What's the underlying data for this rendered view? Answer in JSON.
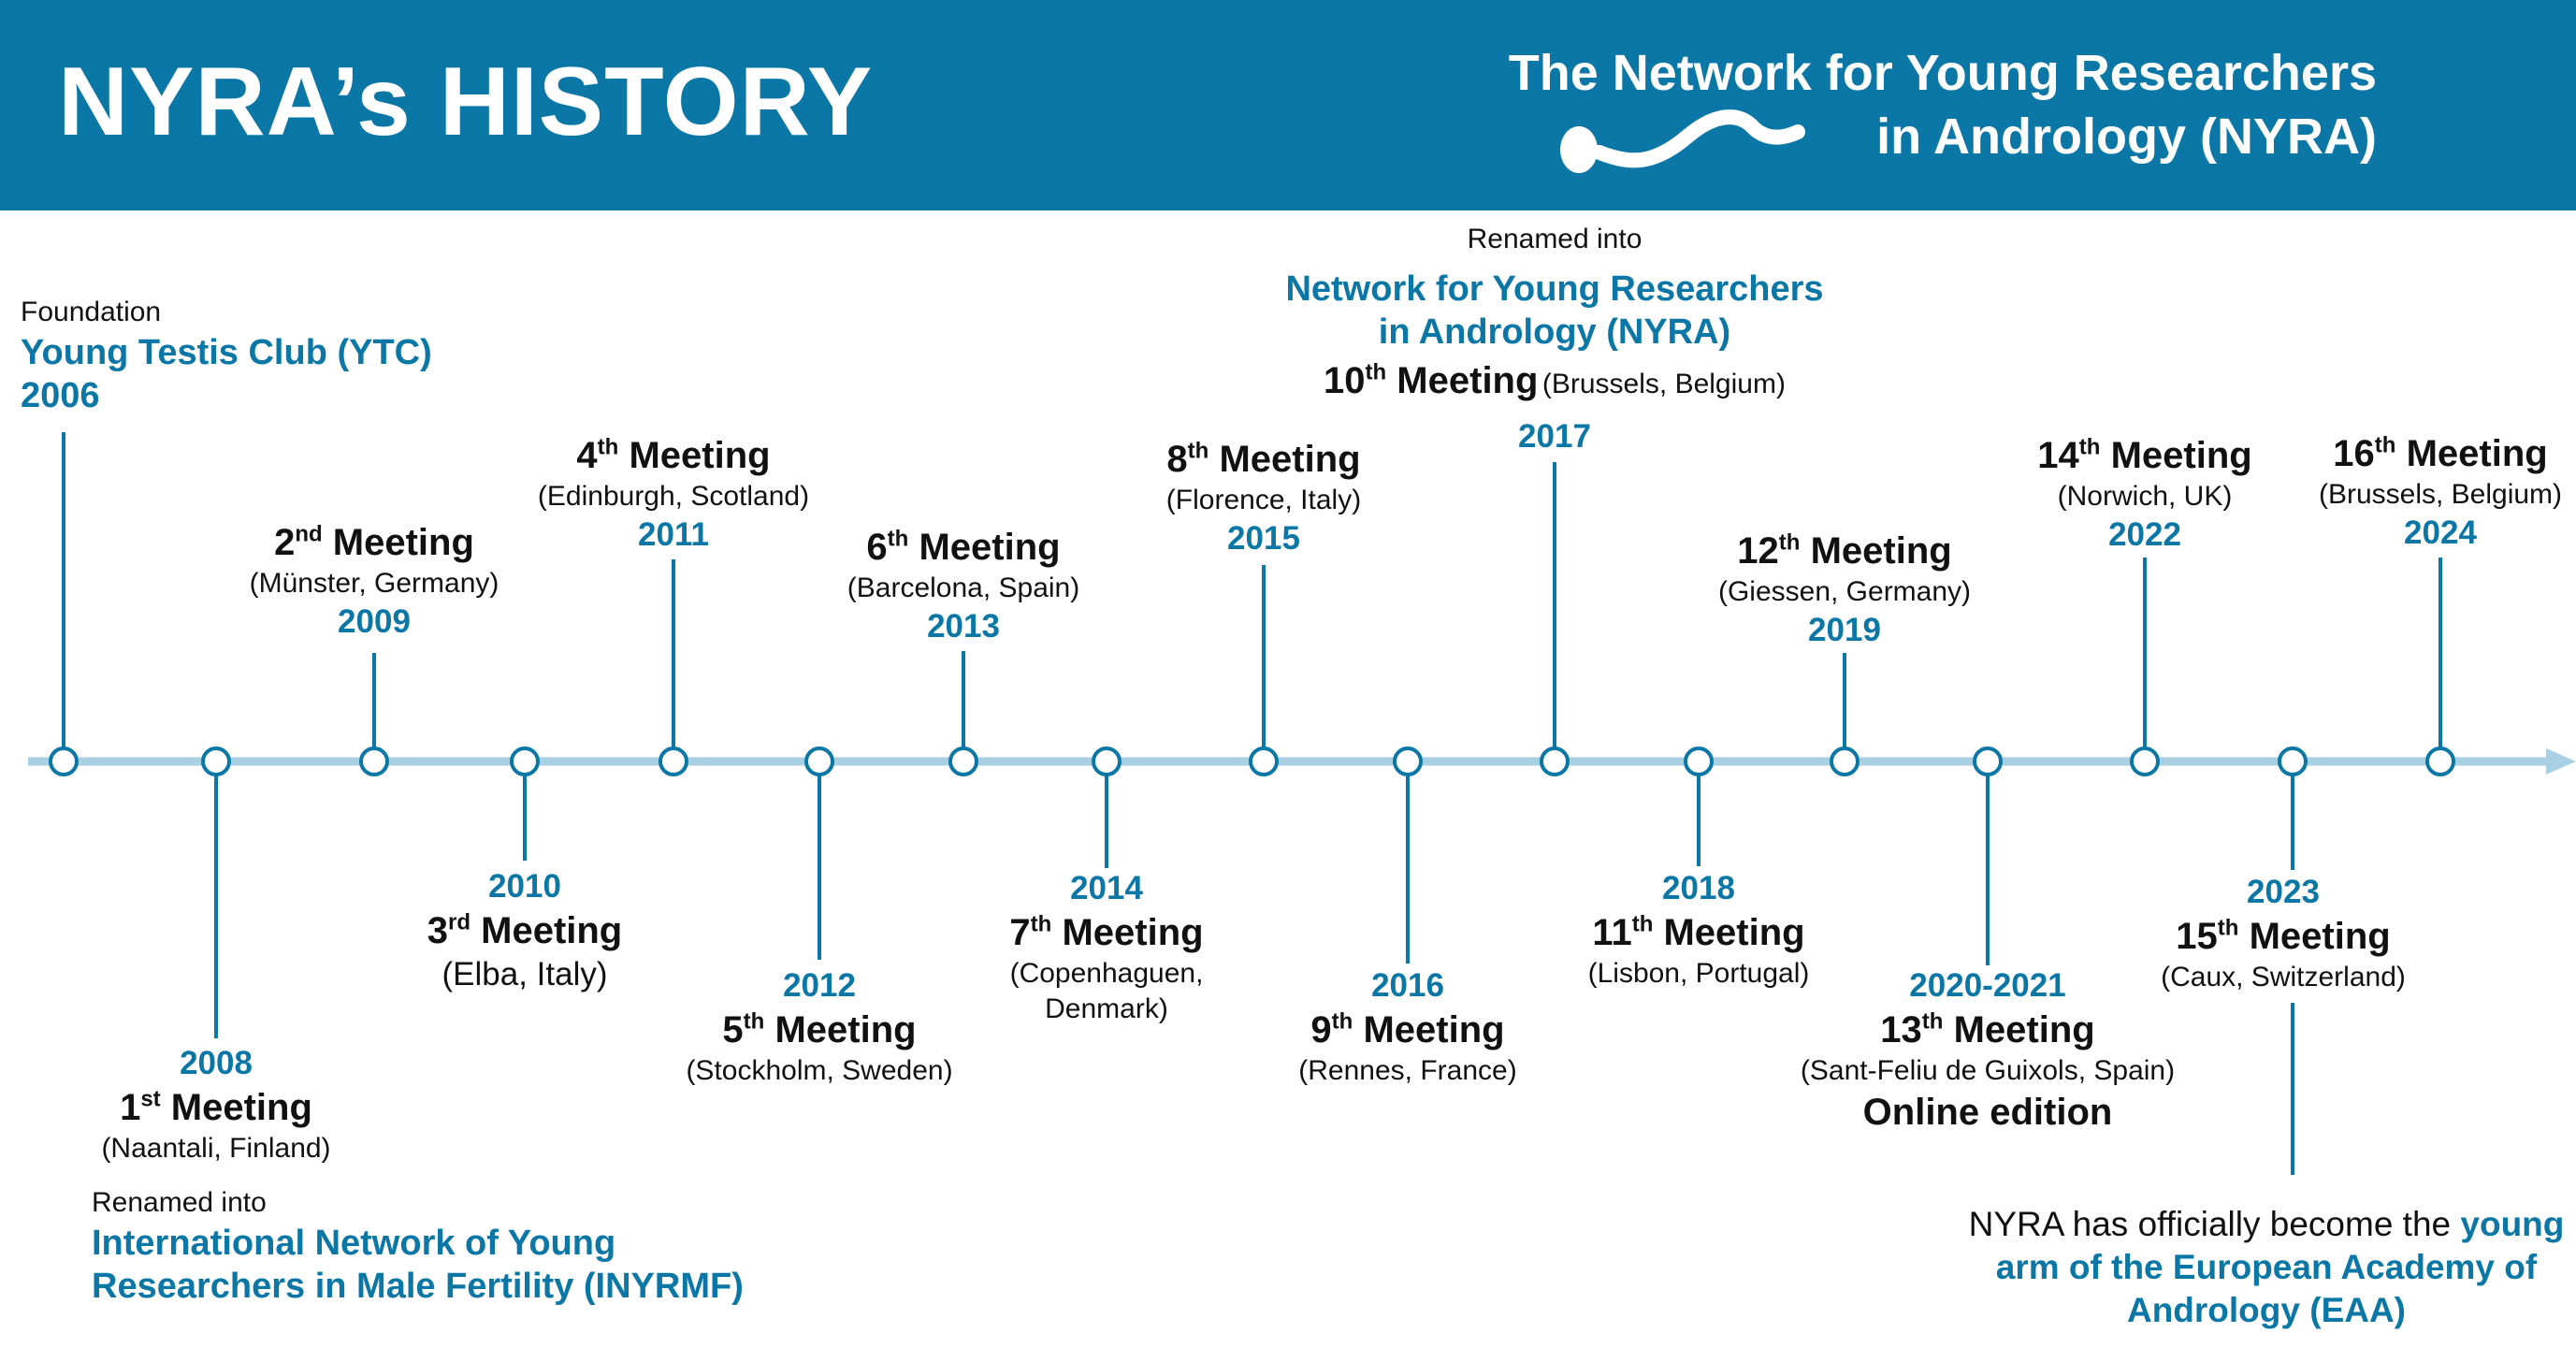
{
  "header": {
    "title": "NYRA’s HISTORY",
    "org_line1": "The Network for Young Researchers",
    "org_line2": "in Andrology (NYRA)"
  },
  "colors": {
    "brand": "#0a77a6",
    "axis": "#a9cfe3"
  },
  "notes": {
    "foundation": {
      "label": "Foundation",
      "name": "Young Testis Club (YTC)",
      "year": "2006"
    },
    "renamed_2008": {
      "label": "Renamed into",
      "line1": "International Network of Young",
      "line2": "Researchers in Male Fertility (INYRMF)"
    },
    "renamed_2017": {
      "label": "Renamed into",
      "line1": "Network for Young Researchers",
      "line2": "in Andrology (NYRA)"
    },
    "eaa": {
      "text1": "NYRA has officially become the ",
      "hl1": "young",
      "hl2": "arm of the European Academy of",
      "hl3": "Andrology (EAA)"
    }
  },
  "meetings": [
    {
      "year": "2008",
      "num": "1",
      "suffix": "st",
      "word": "Meeting",
      "place": "(Naantali, Finland)"
    },
    {
      "year": "2009",
      "num": "2",
      "suffix": "nd",
      "word": "Meeting",
      "place": "(Münster, Germany)"
    },
    {
      "year": "2010",
      "num": "3",
      "suffix": "rd",
      "word": "Meeting",
      "place": "(Elba, Italy)"
    },
    {
      "year": "2011",
      "num": "4",
      "suffix": "th",
      "word": "Meeting",
      "place": "(Edinburgh, Scotland)"
    },
    {
      "year": "2012",
      "num": "5",
      "suffix": "th",
      "word": "Meeting",
      "place": "(Stockholm, Sweden)"
    },
    {
      "year": "2013",
      "num": "6",
      "suffix": "th",
      "word": "Meeting",
      "place": "(Barcelona, Spain)"
    },
    {
      "year": "2014",
      "num": "7",
      "suffix": "th",
      "word": "Meeting",
      "place1": "(Copenhaguen,",
      "place2": "Denmark)"
    },
    {
      "year": "2015",
      "num": "8",
      "suffix": "th",
      "word": "Meeting",
      "place": "(Florence, Italy)"
    },
    {
      "year": "2016",
      "num": "9",
      "suffix": "th",
      "word": "Meeting",
      "place": "(Rennes, France)"
    },
    {
      "year": "2017",
      "num": "10",
      "suffix": "th",
      "word": "Meeting",
      "place": "(Brussels, Belgium)"
    },
    {
      "year": "2018",
      "num": "11",
      "suffix": "th",
      "word": "Meeting",
      "place": "(Lisbon, Portugal)"
    },
    {
      "year": "2019",
      "num": "12",
      "suffix": "th",
      "word": "Meeting",
      "place": "(Giessen, Germany)"
    },
    {
      "year": "2020-2021",
      "num": "13",
      "suffix": "th",
      "word": "Meeting",
      "place": "(Sant-Feliu de Guixols, Spain)",
      "extra": "Online edition"
    },
    {
      "year": "2022",
      "num": "14",
      "suffix": "th",
      "word": "Meeting",
      "place": "(Norwich, UK)"
    },
    {
      "year": "2023",
      "num": "15",
      "suffix": "th",
      "word": "Meeting",
      "place": "(Caux, Switzerland)"
    },
    {
      "year": "2024",
      "num": "16",
      "suffix": "th",
      "word": "Meeting",
      "place": "(Brussels, Belgium)"
    }
  ]
}
